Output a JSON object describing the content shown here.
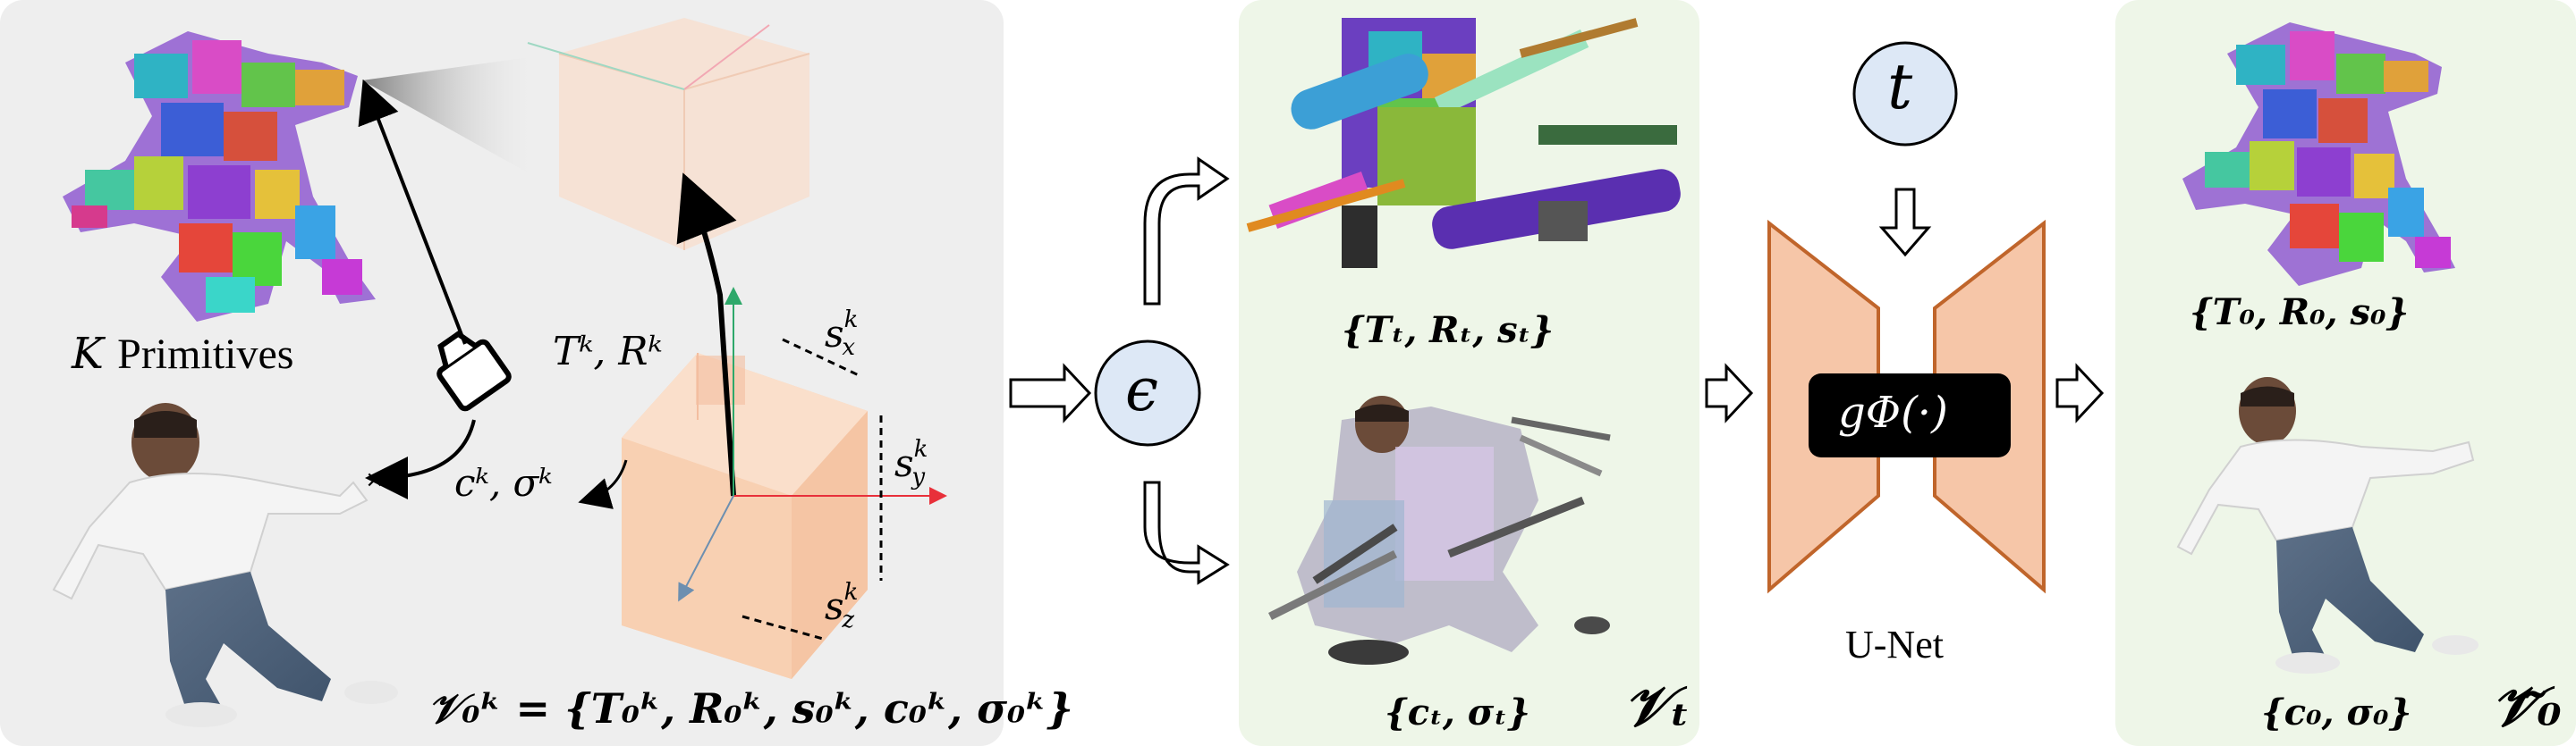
{
  "left_panel": {
    "primitives_label_k": "K",
    "primitives_label_text": "Primitives",
    "transform_label": "Tᵏ, Rᵏ",
    "color_label": "cᵏ, σᵏ",
    "scale_x": "s",
    "scale_y": "s",
    "scale_z": "s",
    "scale_sup": "k",
    "scale_sub_x": "x",
    "scale_sub_y": "y",
    "scale_sub_z": "z",
    "formula": "𝒱₀ᵏ = {T₀ᵏ, R₀ᵏ, s₀ᵏ, c₀ᵏ, σ₀ᵏ}"
  },
  "noise": {
    "symbol": "ϵ"
  },
  "mid_panel": {
    "top_label": "{Tₜ, Rₜ, sₜ}",
    "bottom_label": "{cₜ, σₜ}",
    "corner_label": "𝒱ₜ"
  },
  "unet": {
    "time_symbol": "t",
    "function_label": "gΦ(·)",
    "name": "U-Net"
  },
  "right_panel": {
    "top_label": "{T₀, R₀, s₀}",
    "bottom_label": "{c₀, σ₀}",
    "corner_label": "𝒱̃₀"
  },
  "colors": {
    "panel_gray": "#eeeeee",
    "panel_green": "#eef6e8",
    "unet_fill": "#f6c6a8",
    "unet_stroke": "#c0652b",
    "noise_circle": "#dde8f6",
    "cube_fill": "#f8d2b6",
    "axis_red": "#e8303a",
    "axis_green": "#2ea86a",
    "axis_blue": "#6d8fb0"
  }
}
